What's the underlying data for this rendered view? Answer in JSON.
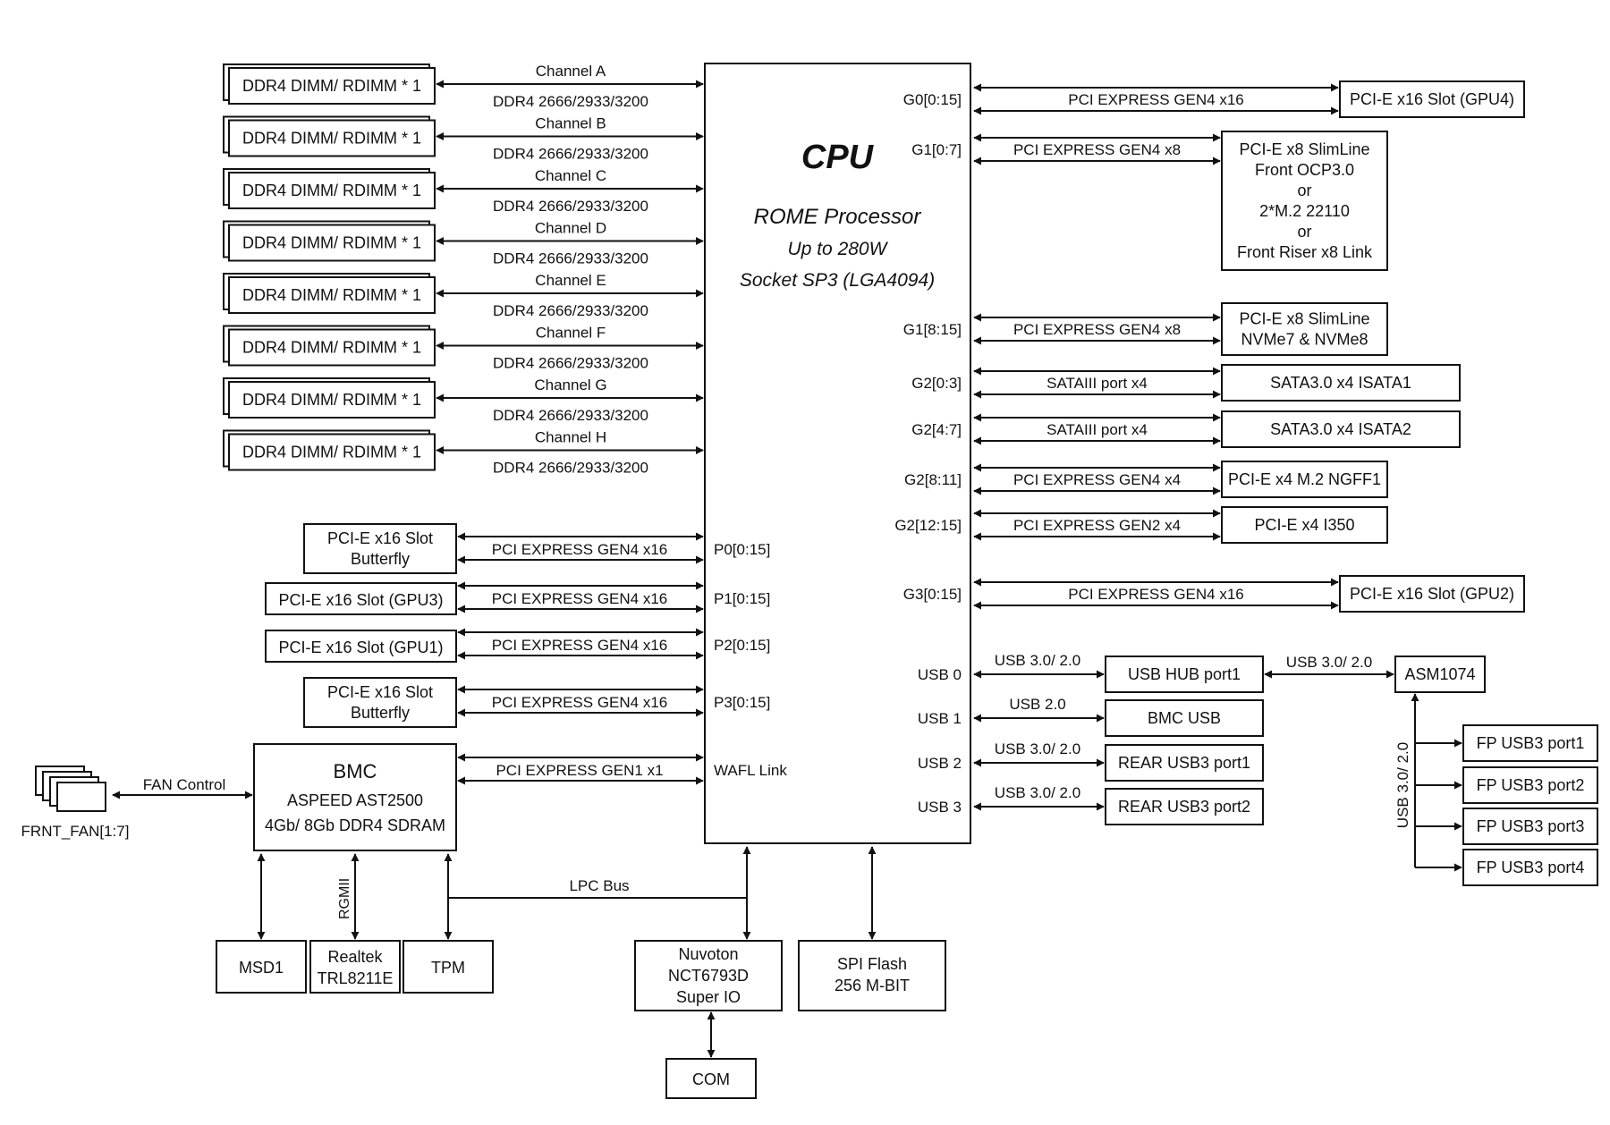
{
  "cpu": {
    "title": "CPU",
    "line1": "ROME Processor",
    "line2": "Up to 280W",
    "line3": "Socket SP3 (LGA4094)"
  },
  "memory": {
    "dimm_label": "DDR4 DIMM/ RDIMM * 1",
    "speed_label": "DDR4 2666/2933/3200",
    "channels": [
      "Channel A",
      "Channel B",
      "Channel C",
      "Channel D",
      "Channel E",
      "Channel F",
      "Channel G",
      "Channel H"
    ]
  },
  "left_pcie": [
    {
      "device": [
        "PCI-E x16 Slot",
        "Butterfly"
      ],
      "link": "PCI EXPRESS GEN4 x16",
      "port": "P0[0:15]"
    },
    {
      "device": [
        "PCI-E x16 Slot (GPU3)"
      ],
      "link": "PCI EXPRESS GEN4 x16",
      "port": "P1[0:15]"
    },
    {
      "device": [
        "PCI-E x16 Slot (GPU1)"
      ],
      "link": "PCI EXPRESS GEN4 x16",
      "port": "P2[0:15]"
    },
    {
      "device": [
        "PCI-E x16 Slot",
        "Butterfly"
      ],
      "link": "PCI EXPRESS GEN4 x16",
      "port": "P3[0:15]"
    }
  ],
  "bmc": {
    "title": "BMC",
    "line1": "ASPEED AST2500",
    "line2": "4Gb/ 8Gb DDR4 SDRAM",
    "link": "PCI EXPRESS GEN1 x1",
    "port": "WAFL Link",
    "fan_control": "FAN Control",
    "fan_label": "FRNT_FAN[1:7]",
    "rgmii": "RGMII"
  },
  "bottom": {
    "msd": "MSD1",
    "realtek": [
      "Realtek",
      "TRL8211E"
    ],
    "tpm": "TPM",
    "lpc": "LPC Bus",
    "superio": [
      "Nuvoton",
      "NCT6793D",
      "Super IO"
    ],
    "spi": [
      "SPI Flash",
      "256 M-BIT"
    ],
    "com": "COM"
  },
  "right_ports": [
    {
      "port": "G0[0:15]",
      "link": "PCI EXPRESS GEN4 x16",
      "device": [
        "PCI-E x16 Slot (GPU4)"
      ]
    },
    {
      "port": "G1[0:7]",
      "link": "PCI EXPRESS GEN4 x8",
      "device": [
        "PCI-E x8 SlimLine",
        "Front OCP3.0",
        "or",
        "2*M.2 22110",
        "or",
        "Front Riser x8 Link"
      ]
    },
    {
      "port": "G1[8:15]",
      "link": "PCI EXPRESS GEN4 x8",
      "device": [
        "PCI-E x8 SlimLine",
        "NVMe7 & NVMe8"
      ]
    },
    {
      "port": "G2[0:3]",
      "link": "SATAIII port x4",
      "device": [
        "SATA3.0 x4 ISATA1"
      ]
    },
    {
      "port": "G2[4:7]",
      "link": "SATAIII port x4",
      "device": [
        "SATA3.0 x4 ISATA2"
      ]
    },
    {
      "port": "G2[8:11]",
      "link": "PCI EXPRESS GEN4 x4",
      "device": [
        "PCI-E x4 M.2 NGFF1"
      ]
    },
    {
      "port": "G2[12:15]",
      "link": "PCI EXPRESS GEN2 x4",
      "device": [
        "PCI-E x4 I350"
      ]
    },
    {
      "port": "G3[0:15]",
      "link": "PCI EXPRESS GEN4 x16",
      "device": [
        "PCI-E x16 Slot (GPU2)"
      ]
    }
  ],
  "usb": [
    {
      "port": "USB 0",
      "link": "USB 3.0/ 2.0",
      "device": "USB HUB port1"
    },
    {
      "port": "USB 1",
      "link": "USB 2.0",
      "device": "BMC USB"
    },
    {
      "port": "USB 2",
      "link": "USB 3.0/ 2.0",
      "device": "REAR USB3 port1"
    },
    {
      "port": "USB 3",
      "link": "USB 3.0/ 2.0",
      "device": "REAR USB3 port2"
    }
  ],
  "hub": {
    "link": "USB 3.0/ 2.0",
    "chip": "ASM1074",
    "vertical_label": "USB 3.0/ 2.0",
    "fp_ports": [
      "FP USB3 port1",
      "FP USB3 port2",
      "FP USB3 port3",
      "FP USB3 port4"
    ]
  }
}
